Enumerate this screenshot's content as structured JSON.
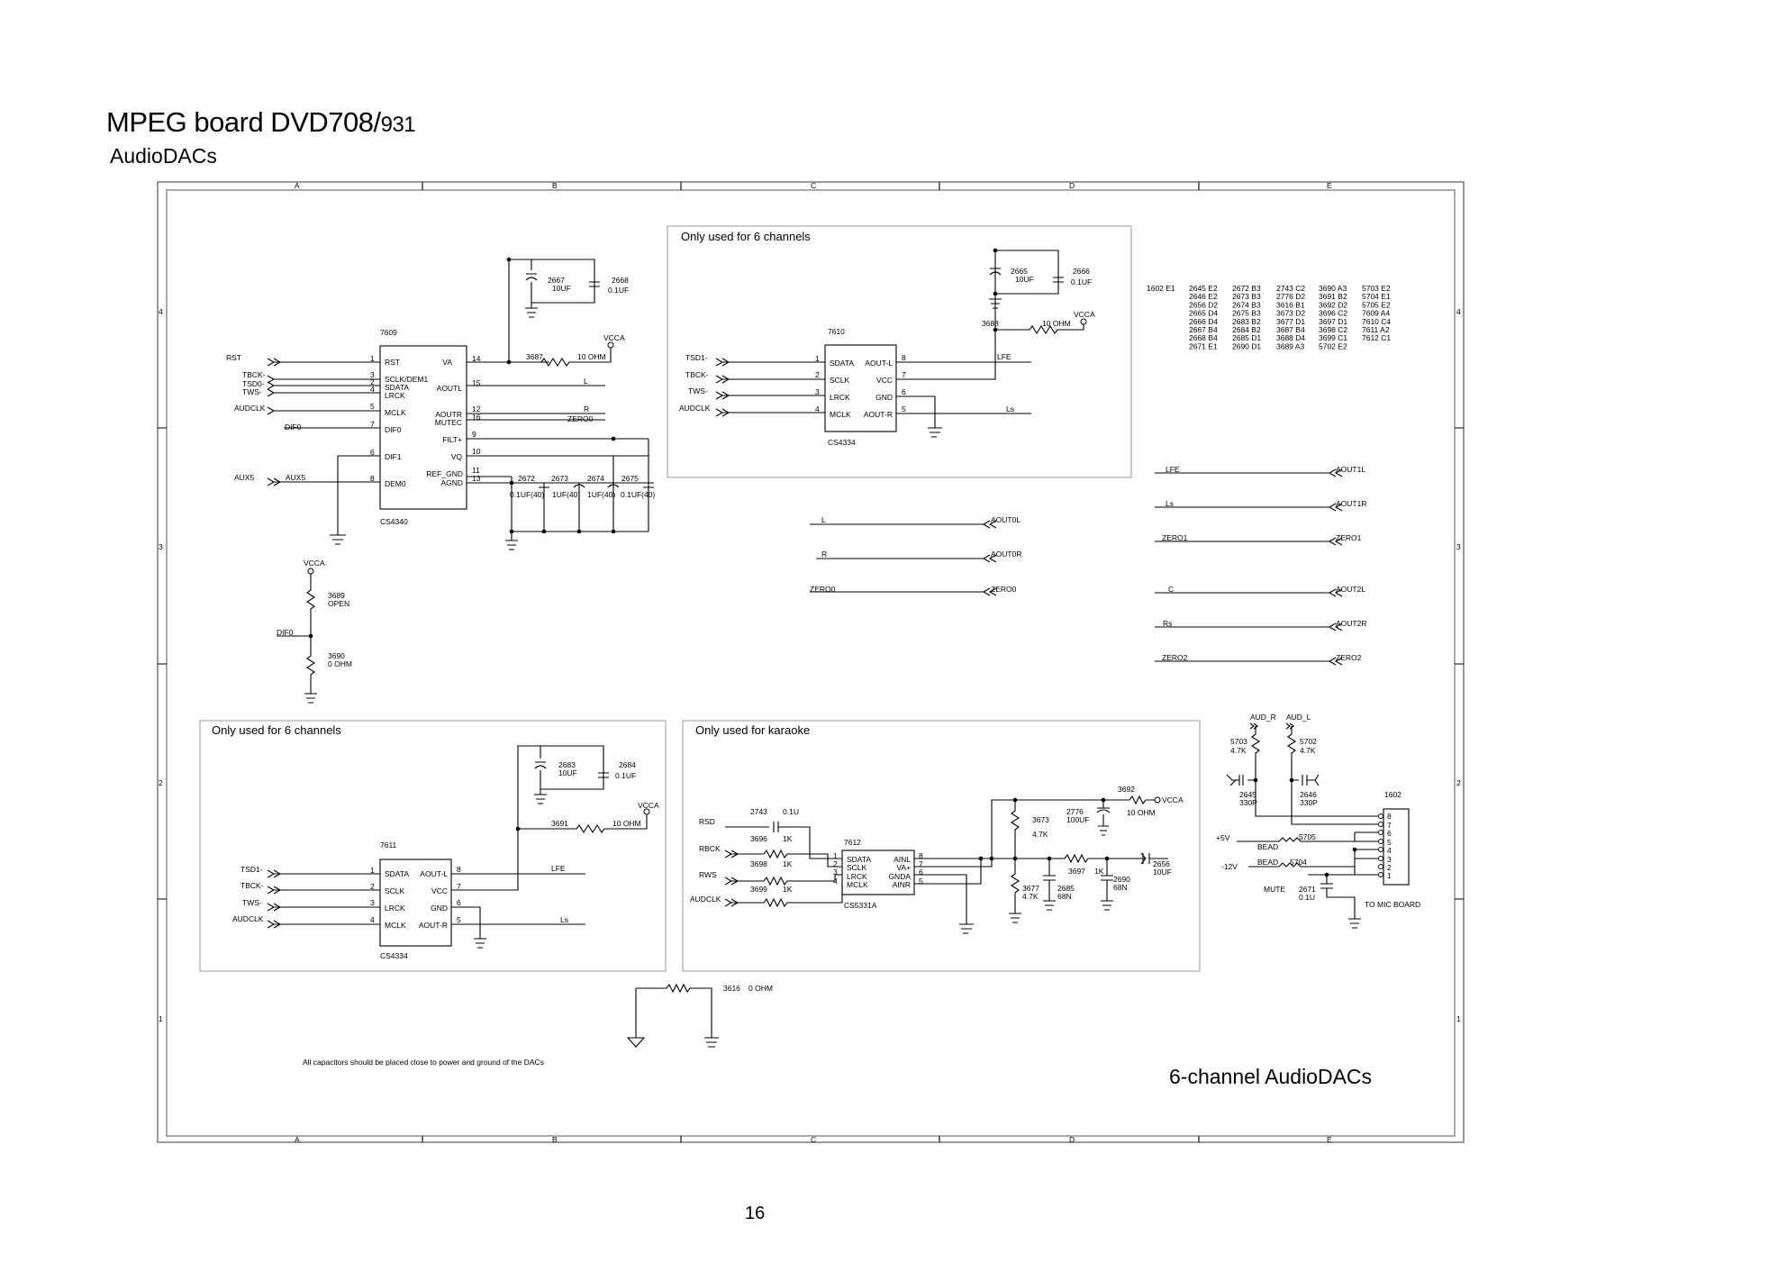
{
  "page": {
    "title_main": "MPEG board DVD708/",
    "title_suffix": "931",
    "subtitle": "AudioDACs",
    "page_number": "16",
    "sheet_title": "6-channel AudioDACs",
    "note": "All capacitors should be placed close to power and ground of the DACs"
  },
  "frame": {
    "columns": [
      "A",
      "B",
      "C",
      "D",
      "E"
    ],
    "rows": [
      "4",
      "3",
      "2",
      "1"
    ]
  },
  "boxes": {
    "top_right": "Only used for 6 channels",
    "bottom_left": "Only used for 6 channels",
    "karaoke": "Only used for karaoke"
  },
  "ic7609": {
    "ref": "7609",
    "part": "CS4340",
    "left_pins": [
      {
        "num": "1",
        "name": "RST",
        "net": "RST"
      },
      {
        "num": "3",
        "name": "SCLK/DEM1",
        "net": "TBCK-"
      },
      {
        "num": "2",
        "name": "SDATA",
        "net": "TSD0-"
      },
      {
        "num": "4",
        "name": "LRCK",
        "net": "TWS-"
      },
      {
        "num": "5",
        "name": "MCLK",
        "net": "AUDCLK"
      },
      {
        "num": "7",
        "name": "DIF0",
        "net": "DIF0"
      },
      {
        "num": "6",
        "name": "DIF1",
        "net": ""
      },
      {
        "num": "8",
        "name": "DEM0",
        "net": "AUX5"
      }
    ],
    "right_pins": [
      {
        "num": "14",
        "name": "VA"
      },
      {
        "num": "15",
        "name": "AOUTL"
      },
      {
        "num": "12",
        "name": "AOUTR"
      },
      {
        "num": "16",
        "name": "MUTEC"
      },
      {
        "num": "9",
        "name": "FILT+"
      },
      {
        "num": "10",
        "name": "VQ"
      },
      {
        "num": "11",
        "name": "REF_GND"
      },
      {
        "num": "13",
        "name": "AGND"
      }
    ],
    "aux_in": "AUX5",
    "out_l": "L",
    "out_r": "R",
    "mutec": "ZERO0",
    "r3687": "3687",
    "r3687_val": "10 OHM",
    "vcca": "VCCA",
    "c2667": "2667",
    "c2667_val": "10UF",
    "c2668": "2668",
    "c2668_val": "0.1UF",
    "caps": [
      {
        "ref": "2672",
        "val": "0.1UF(40)"
      },
      {
        "ref": "2673",
        "val": "1UF(40)"
      },
      {
        "ref": "2674",
        "val": "1UF(40)"
      },
      {
        "ref": "2675",
        "val": "0.1UF(40)"
      }
    ]
  },
  "dif0_divider": {
    "vcca": "VCCA",
    "r3689": "3689",
    "r3689_val": "OPEN",
    "net": "DIF0",
    "r3690": "3690",
    "r3690_val": "0 OHM"
  },
  "ic7610": {
    "ref": "7610",
    "part": "CS4334",
    "left": [
      {
        "num": "1",
        "name": "SDATA",
        "net": "TSD1-"
      },
      {
        "num": "2",
        "name": "SCLK",
        "net": "TBCK-"
      },
      {
        "num": "3",
        "name": "LRCK",
        "net": "TWS-"
      },
      {
        "num": "4",
        "name": "MCLK",
        "net": "AUDCLK"
      }
    ],
    "right": [
      {
        "num": "8",
        "name": "AOUT-L"
      },
      {
        "num": "7",
        "name": "VCC"
      },
      {
        "num": "6",
        "name": "GND"
      },
      {
        "num": "5",
        "name": "AOUT-R"
      }
    ],
    "out_l": "LFE",
    "out_r": "Ls",
    "r": "3688",
    "r_val": "10 OHM",
    "vcca": "VCCA",
    "c1": "2665",
    "c1_val": "10UF",
    "c2": "2666",
    "c2_val": "0.1UF"
  },
  "ic7611": {
    "ref": "7611",
    "part": "CS4334",
    "left": [
      {
        "num": "1",
        "name": "SDATA",
        "net": "TSD1-"
      },
      {
        "num": "2",
        "name": "SCLK",
        "net": "TBCK-"
      },
      {
        "num": "3",
        "name": "LRCK",
        "net": "TWS-"
      },
      {
        "num": "4",
        "name": "MCLK",
        "net": "AUDCLK"
      }
    ],
    "right": [
      {
        "num": "8",
        "name": "AOUT-L"
      },
      {
        "num": "7",
        "name": "VCC"
      },
      {
        "num": "6",
        "name": "GND"
      },
      {
        "num": "5",
        "name": "AOUT-R"
      }
    ],
    "out_l": "LFE",
    "out_r": "Ls",
    "r": "3691",
    "r_val": "10 OHM",
    "vcca": "VCCA",
    "c1": "2683",
    "c1_val": "10UF",
    "c2": "2684",
    "c2_val": "0.1UF"
  },
  "ic7612": {
    "ref": "7612",
    "part": "CS5331A",
    "left": [
      {
        "num": "1",
        "name": "SDATA"
      },
      {
        "num": "2",
        "name": "SCLK"
      },
      {
        "num": "3",
        "name": "LRCK"
      },
      {
        "num": "4",
        "name": "MCLK"
      }
    ],
    "right": [
      {
        "num": "8",
        "name": "AINL"
      },
      {
        "num": "7",
        "name": "VA+"
      },
      {
        "num": "6",
        "name": "GNDA"
      },
      {
        "num": "5",
        "name": "AINR"
      }
    ],
    "nets": [
      "RSD",
      "RBCK",
      "RWS",
      "AUDCLK"
    ],
    "c2743": "2743",
    "c2743_val": "0.1U",
    "r3696": "3696",
    "r3696_val": "1K",
    "r3698": "3698",
    "r3698_val": "1K",
    "r3699": "3699",
    "r3699_val": "1K",
    "r3673": "3673",
    "r3673_val": "4.7K",
    "c2776": "2776",
    "c2776_val": "100UF",
    "r3692": "3692",
    "r3692_val": "10 OHM",
    "vcca": "VCCA",
    "r3697": "3697",
    "r3697_val": "1K",
    "c2656": "2656",
    "c2656_val": "10UF",
    "r3677": "3677",
    "r3677_val": "4.7K",
    "c2685": "2685",
    "c2685_val": "68N",
    "c2690": "2690",
    "c2690_val": "68N"
  },
  "connector": {
    "ref": "1602",
    "pins": [
      "8",
      "7",
      "6",
      "5",
      "4",
      "3",
      "2",
      "1"
    ],
    "aud_r": "AUD_R",
    "aud_l": "AUD_L",
    "r5703": "5703",
    "r5703_val": "4.7K",
    "r5702": "5702",
    "r5702_val": "4.7K",
    "c2645": "2645",
    "c2645_val": "330P",
    "c2646": "2646",
    "c2646_val": "330P",
    "p5v": "+5V",
    "m12v": "-12V",
    "bead": "BEAD",
    "l5705": "5705",
    "l5704": "5704",
    "mute": "MUTE",
    "c2671": "2671",
    "c2671_val": "0.1U",
    "to": "TO MIC BOARD"
  },
  "r3616": {
    "ref": "3616",
    "val": "0 OHM"
  },
  "mid_nets": [
    {
      "left": "L",
      "right": "AOUT0L"
    },
    {
      "left": "R",
      "right": "AOUT0R"
    },
    {
      "left": "ZERO0",
      "right": "ZERO0"
    }
  ],
  "right_nets": [
    {
      "left": "LFE",
      "right": "AOUT1L"
    },
    {
      "left": "Ls",
      "right": "AOUT1R"
    },
    {
      "left": "ZERO1",
      "right": "ZERO1"
    },
    {
      "left": "C",
      "right": "AOUT2L"
    },
    {
      "left": "Rs",
      "right": "AOUT2R"
    },
    {
      "left": "ZERO2",
      "right": "ZERO2"
    }
  ],
  "ref_table": {
    "head": "1602 E1",
    "cols": [
      [
        "2645 E2",
        "2646 E2",
        "2656 D2",
        "2665 D4",
        "2666 D4",
        "2667 B4",
        "2668 B4",
        "2671 E1"
      ],
      [
        "2672 B3",
        "2673 B3",
        "2674 B3",
        "2675 B3",
        "2683 B2",
        "2684 B2",
        "2685 D1",
        "2690 D1"
      ],
      [
        "2743 C2",
        "2776 D2",
        "3616 B1",
        "3673 D2",
        "3677 D1",
        "3687 B4",
        "3688 D4",
        "3689 A3"
      ],
      [
        "3690 A3",
        "3691 B2",
        "3692 D2",
        "3696 C2",
        "3697 D1",
        "3698 C2",
        "3699 C1",
        "5702 E2"
      ],
      [
        "5703 E2",
        "5704 E1",
        "5705 E2",
        "7609 A4",
        "7610 C4",
        "7611 A2",
        "7612 C1"
      ]
    ]
  }
}
